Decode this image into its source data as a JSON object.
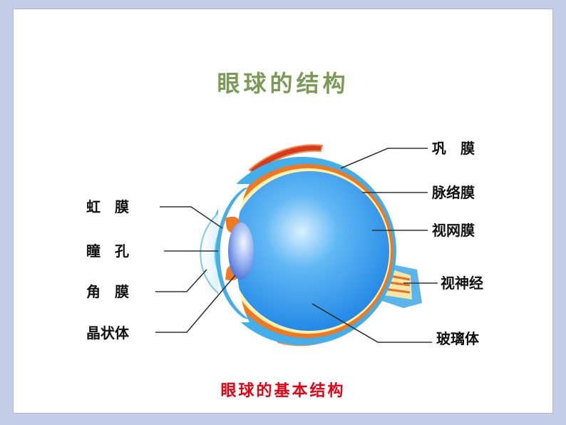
{
  "title": "眼球的结构",
  "caption": "眼球的基本结构",
  "labels": {
    "iris": "虹　膜",
    "pupil": "瞳　孔",
    "cornea": "角　膜",
    "lens": "晶状体",
    "sclera": "巩　膜",
    "choroid": "脉络膜",
    "retina": "视网膜",
    "optic_nerve": "视神经",
    "vitreous": "玻璃体"
  },
  "colors": {
    "title": "#7a9a55",
    "caption": "#e60012",
    "sclera": "#42aeea",
    "choroid": "#f07820",
    "retina": "#fff2a8",
    "vitreous": "#2f95ea",
    "background": "#c4cde8"
  }
}
